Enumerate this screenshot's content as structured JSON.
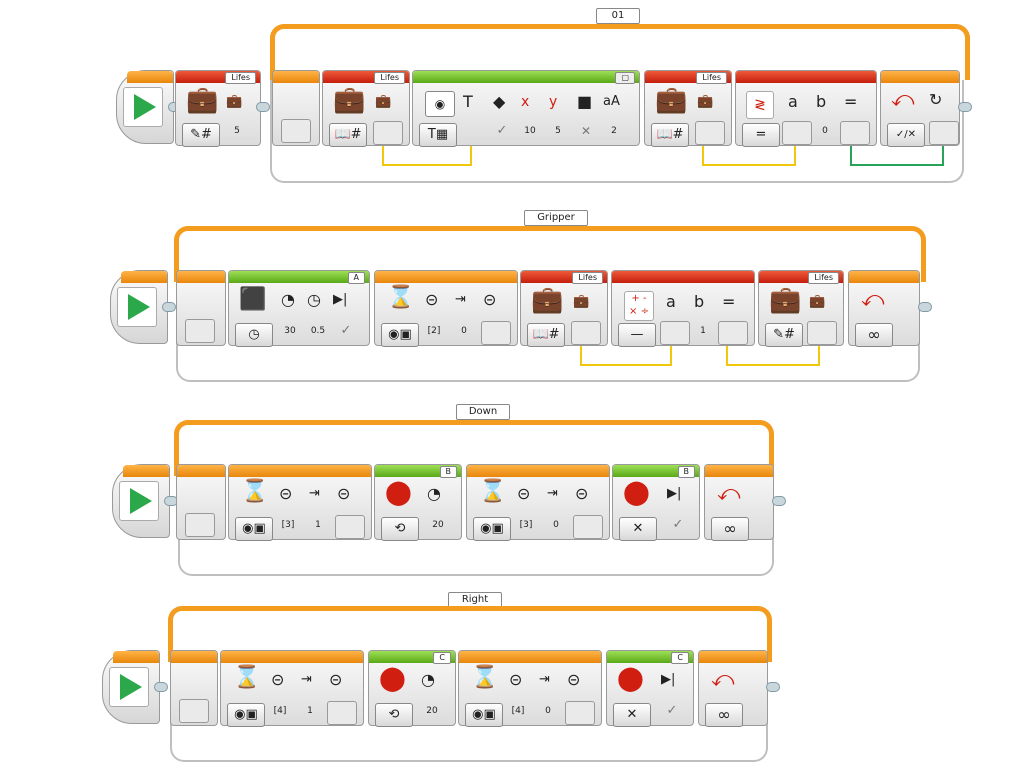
{
  "colors": {
    "loop": "#f39c1e",
    "variable": "#d22a12",
    "display": "#6bbf2a",
    "motor": "#6bbf2a",
    "wire": "#f2c80f",
    "wire_green": "#27a35a",
    "start": "#2ba84a"
  },
  "rows": [
    {
      "loop_name": "01",
      "var1_name": "Lifes",
      "var1_value": "5",
      "var2_name": "Lifes",
      "display_values": [
        "10",
        "5",
        "2"
      ],
      "var3_name": "Lifes",
      "compare_value": "0",
      "display_icons": [
        "T",
        "eraser",
        "x",
        "y",
        "color",
        "aA"
      ]
    },
    {
      "loop_name": "Gripper",
      "motor_port": "A",
      "motor_values": [
        "30",
        "0.5"
      ],
      "wait_port": "[2]",
      "wait_value": "0",
      "var1_name": "Lifes",
      "math_value": "1",
      "var2_name": "Lifes"
    },
    {
      "loop_name": "Down",
      "wait1_port": "[3]",
      "wait1_value": "1",
      "motor1_port": "B",
      "motor1_value": "20",
      "wait2_port": "[3]",
      "wait2_value": "0",
      "motor2_port": "B"
    },
    {
      "loop_name": "Right",
      "wait1_port": "[4]",
      "wait1_value": "1",
      "motor1_port": "C",
      "motor1_value": "20",
      "wait2_port": "[4]",
      "wait2_value": "0",
      "motor2_port": "C"
    }
  ],
  "symbols": {
    "infinity": "∞",
    "equals": "=",
    "minus": "—",
    "hash": "#",
    "check": "✓",
    "cross": "✕",
    "a": "a",
    "b": "b",
    "T": "T",
    "aA": "aA",
    "compare_logic": "✓/✕"
  }
}
